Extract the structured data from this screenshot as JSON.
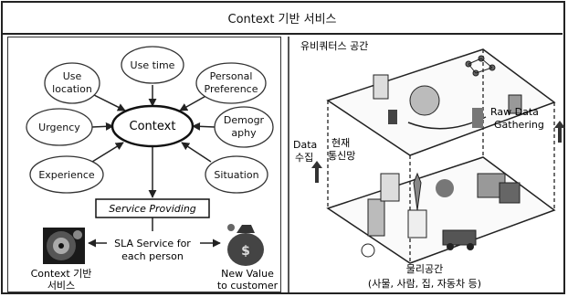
{
  "title": "Context 기반 서비스",
  "left": {
    "center": "Context",
    "nodes": [
      {
        "id": "use-location",
        "lines": [
          "Use",
          "location"
        ]
      },
      {
        "id": "use-time",
        "lines": [
          "Use time"
        ]
      },
      {
        "id": "personal-preference",
        "lines": [
          "Personal",
          "Preference"
        ]
      },
      {
        "id": "urgency",
        "lines": [
          "Urgency"
        ]
      },
      {
        "id": "demography",
        "lines": [
          "Demogr",
          "aphy"
        ]
      },
      {
        "id": "experience",
        "lines": [
          "Experience"
        ]
      },
      {
        "id": "situation",
        "lines": [
          "Situation"
        ]
      }
    ],
    "service": "Service Providing",
    "sla_line1": "SLA Service for",
    "sla_line2": "each person",
    "bottom_left_line1": "Context 기반",
    "bottom_left_line2": "서비스",
    "bottom_right_line1": "New Value",
    "bottom_right_line2": "to customer"
  },
  "right": {
    "top_label": "유비쿼터스 공간",
    "current_net_line1": "현재",
    "current_net_line2": "통신망",
    "raw_line1": "Raw Data",
    "raw_line2": "Gathering",
    "data_line1": "Data",
    "data_line2": "수집",
    "bottom_line1": "물리공간",
    "bottom_line2": "(사물, 사람, 집, 자동차 등)"
  }
}
